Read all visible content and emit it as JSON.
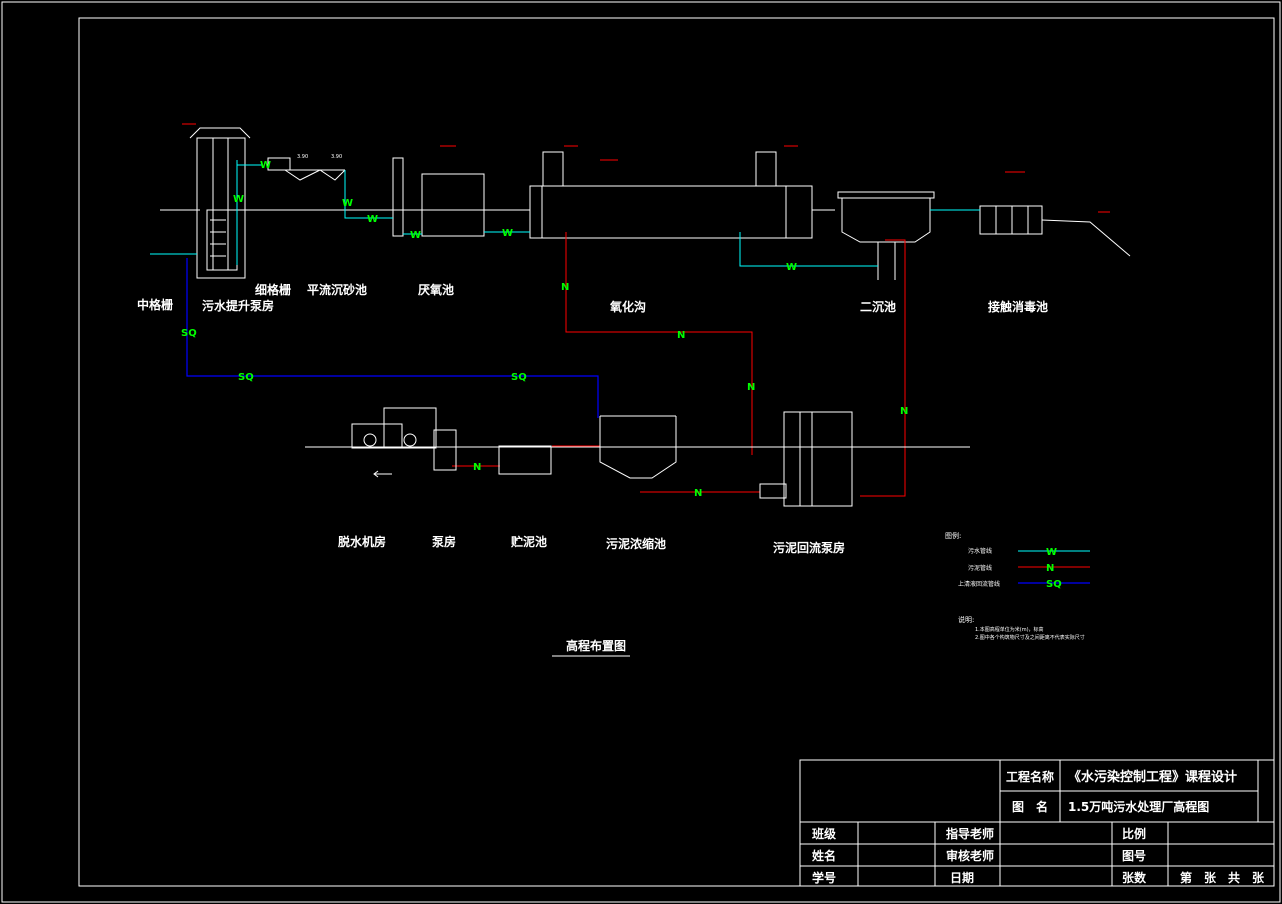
{
  "drawing_title": "高程布置图",
  "units": {
    "screen": "中格栅",
    "pump_house": "污水提升泵房",
    "fine_screen": "细格栅",
    "grit": "平流沉砂池",
    "anaerobic": "厌氧池",
    "oxidation": "氧化沟",
    "secondary": "二沉池",
    "disinfection": "接触消毒池",
    "dewatering": "脱水机房",
    "pump": "泵房",
    "storage": "贮泥池",
    "thickener": "污泥浓缩池",
    "return_pump": "污泥回流泵房"
  },
  "elev": {
    "e1": "3.90",
    "e2": "3.90"
  },
  "pipe_tags": {
    "w": "W",
    "n": "N",
    "sq": "SQ"
  },
  "legend": {
    "title": "图例:",
    "row1": "污水管线",
    "row2": "污泥管线",
    "row3": "上清液回流管线",
    "w": "W",
    "n": "N",
    "sq": "SQ"
  },
  "notes": {
    "title": "说明:",
    "line1": "1.本图高程单位为米(m)，标高",
    "line2": "2.图中各个构筑物尺寸及之间距离不代表实际尺寸"
  },
  "title_block": {
    "project_label": "工程名称",
    "project_value": "《水污染控制工程》课程设计",
    "drawing_label": "图　名",
    "drawing_value": "1.5万吨污水处理厂高程图",
    "class": "班级",
    "advisor": "指导老师",
    "scale": "比例",
    "name": "姓名",
    "reviewer": "审核老师",
    "drawing_no": "图号",
    "student_no": "学号",
    "date": "日期",
    "sheets": "张数",
    "sheet_of": "第　张　共　张"
  },
  "colors": {
    "background": "#000000",
    "sewage_line": "#00ffff",
    "sludge_line": "#ff0000",
    "supernatant_line": "#0000ff",
    "tag_text": "#00ff00"
  }
}
